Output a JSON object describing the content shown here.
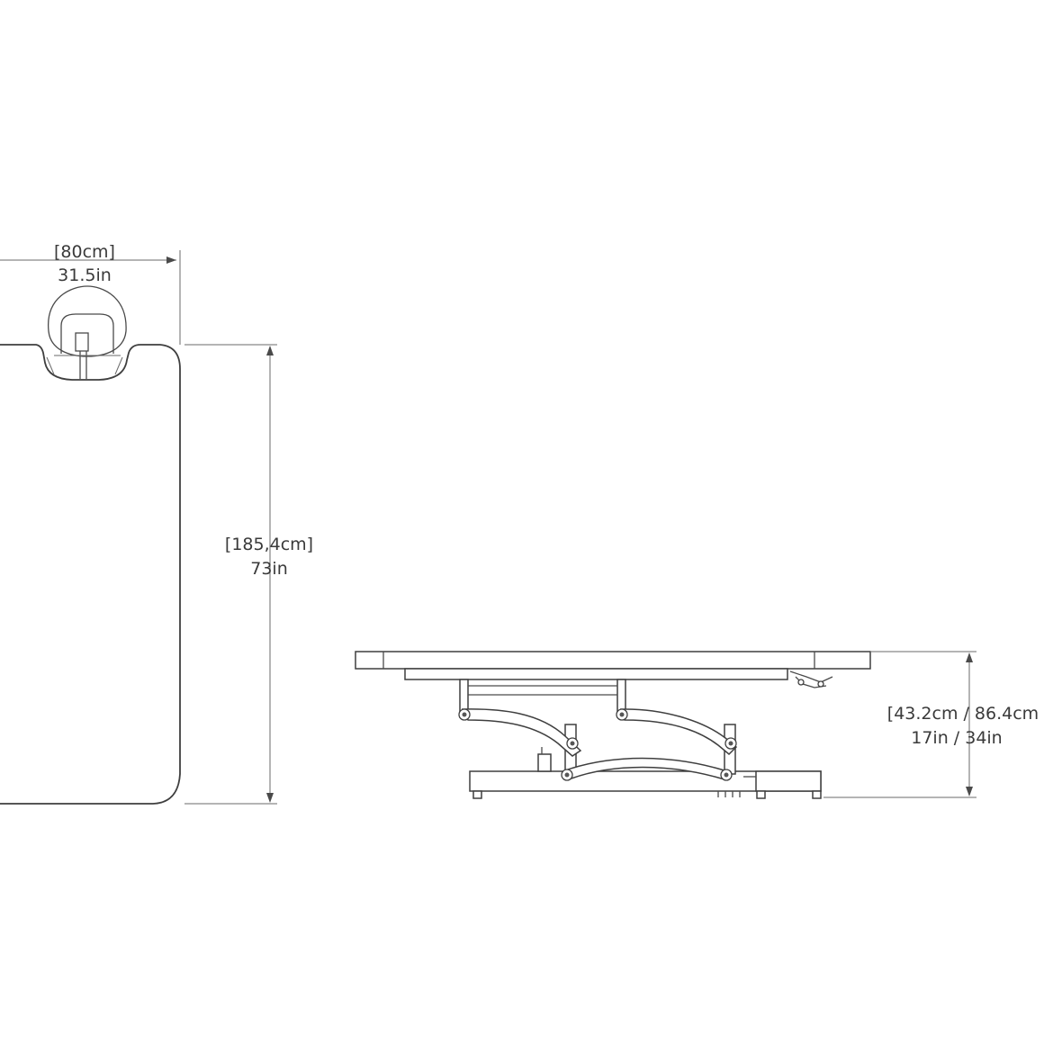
{
  "dimensions": {
    "width": {
      "metric": "[80cm]",
      "imperial": "31.5in"
    },
    "length": {
      "metric": "[185,4cm]",
      "imperial": "73in"
    },
    "height": {
      "metric": "[43.2cm / 86.4cm",
      "imperial": "17in / 34in"
    }
  }
}
